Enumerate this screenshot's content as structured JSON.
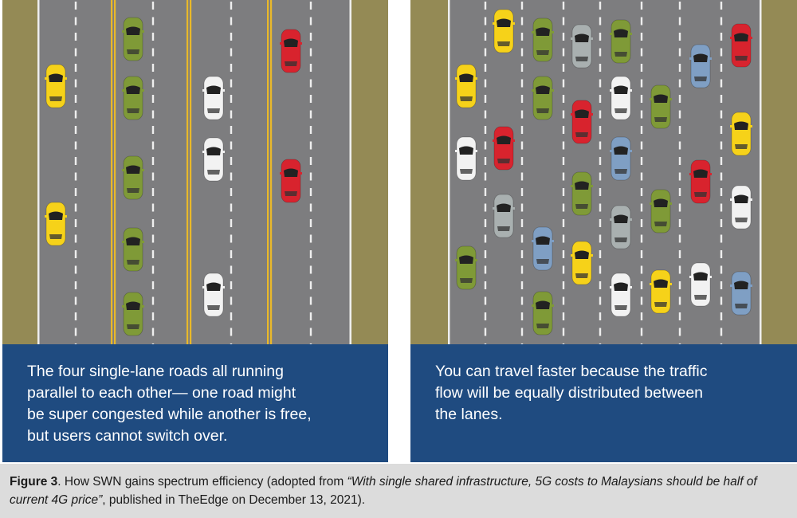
{
  "left_panel": {
    "description_lines": [
      "The four single-lane roads all running",
      "parallel to each other— one road might",
      "be super congested while another is free,",
      "but users cannot switch over."
    ]
  },
  "right_panel": {
    "description_lines": [
      "You can travel faster because the traffic",
      "flow will be equally distributed between",
      "the lanes."
    ]
  },
  "caption": {
    "label": "Figure 3",
    "text_1": ". How SWN gains spectrum efficiency (adopted from ",
    "source_title": "“With single shared infrastructure, 5G costs to Malaysians should be half of current 4G price”",
    "text_2": ", published in TheEdge on December 13, 2021)."
  },
  "colors": {
    "road": "#7d7d7f",
    "shoulder": "#948a55",
    "yellow_line": "#e9b82a",
    "text_box": "#1f4b80",
    "car_yellow": "#f6d21a",
    "car_green": "#7f9a37",
    "car_white": "#f2f2f2",
    "car_red": "#d8232e",
    "car_blue": "#7f9fc4",
    "car_silver": "#a9b0b0"
  }
}
